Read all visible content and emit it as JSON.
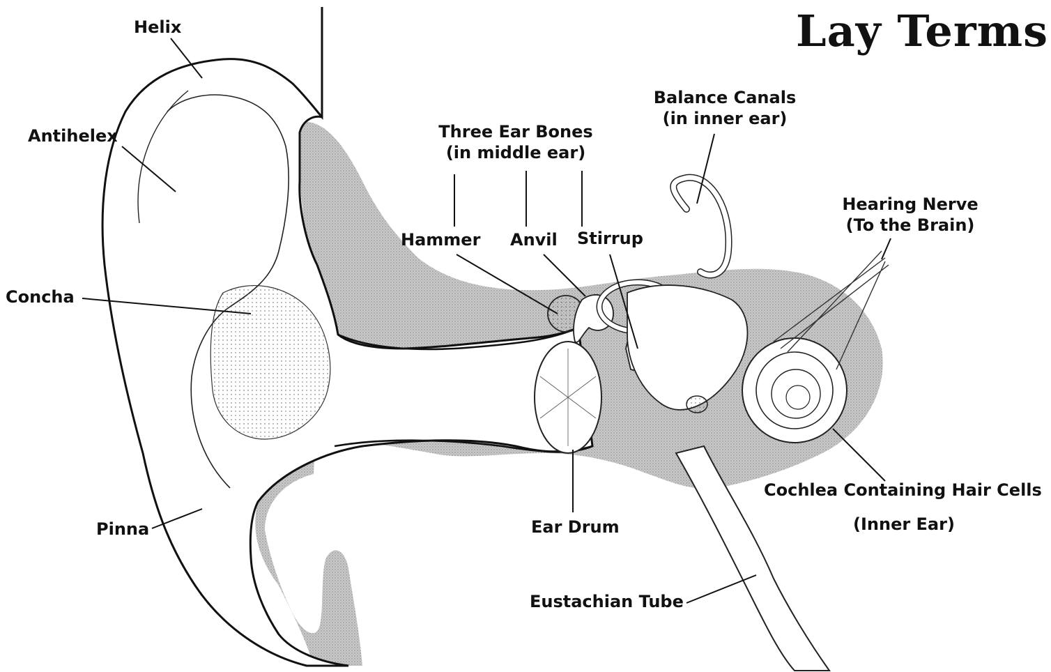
{
  "title": "Lay Terms",
  "labels": {
    "helix": "Helix",
    "antihelex": "Antihelex",
    "concha": "Concha",
    "pinna": "Pinna",
    "three_ear_bones_line1": "Three Ear Bones",
    "three_ear_bones_line2": "(in middle ear)",
    "hammer": "Hammer",
    "anvil": "Anvil",
    "stirrup": "Stirrup",
    "balance_canals_line1": "Balance Canals",
    "balance_canals_line2": "(in inner ear)",
    "hearing_nerve_line1": "Hearing Nerve",
    "hearing_nerve_line2": "(To the Brain)",
    "cochlea": "Cochlea Containing Hair Cells",
    "inner_ear": "(Inner Ear)",
    "ear_drum": "Ear Drum",
    "eustachian_tube": "Eustachian Tube"
  },
  "colors": {
    "ink": "#111111",
    "stipple": "#b8b8b8"
  }
}
